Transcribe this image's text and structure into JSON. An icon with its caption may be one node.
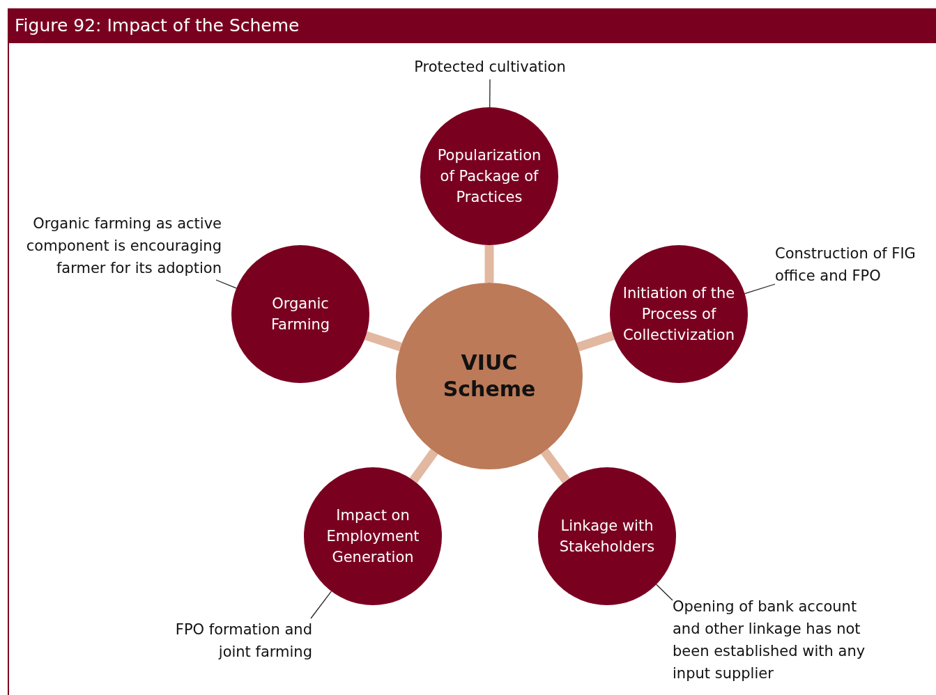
{
  "diagram": {
    "title": "Figure 92: Impact of the Scheme",
    "nodes": [
      {
        "text": [
          "Protected cultivation"
        ]
      },
      {
        "text": [
          "Popularization of Package of Practices"
        ]
      },
      {
        "text": [
          "Organic farming as active component is encouraging farmer for its adoption"
        ]
      },
      {
        "text": [
          "Construction of FIG office and FPO"
        ]
      },
      {
        "text": [
          "Organic Farming"
        ]
      },
      {
        "text": [
          "Initiation of the Process of Collectivization"
        ]
      },
      {
        "text": [
          "VIUC Scheme"
        ]
      },
      {
        "text": [
          "Impact on Employment Generation"
        ]
      },
      {
        "text": [
          "Linkage with Stakeholders"
        ]
      },
      {
        "text": [
          "Opening of bank account and other linkage has not been established with any input supplier"
        ]
      },
      {
        "text": [
          "FPO formation and joint farming"
        ]
      }
    ],
    "edges": [
      {
        "from": 6,
        "to": 1,
        "arrow": "none",
        "style": "thick",
        "color": "#e2b8a0"
      },
      {
        "from": 6,
        "to": 4,
        "arrow": "none",
        "style": "thick",
        "color": "#e2b8a0"
      },
      {
        "from": 6,
        "to": 5,
        "arrow": "none",
        "style": "thick",
        "color": "#e2b8a0"
      },
      {
        "from": 6,
        "to": 7,
        "arrow": "none",
        "style": "thick",
        "color": "#e2b8a0"
      },
      {
        "from": 6,
        "to": 8,
        "arrow": "none",
        "style": "thick",
        "color": "#e2b8a0"
      },
      {
        "from": 0,
        "to": 1,
        "arrow": "none",
        "color": "#222222"
      },
      {
        "from": 2,
        "to": 4,
        "arrow": "none",
        "color": "#222222"
      },
      {
        "from": 3,
        "to": 5,
        "arrow": "none",
        "color": "#222222"
      },
      {
        "from": 10,
        "to": 7,
        "arrow": "none",
        "color": "#222222"
      },
      {
        "from": 9,
        "to": 8,
        "arrow": "none",
        "color": "#222222"
      }
    ]
  }
}
